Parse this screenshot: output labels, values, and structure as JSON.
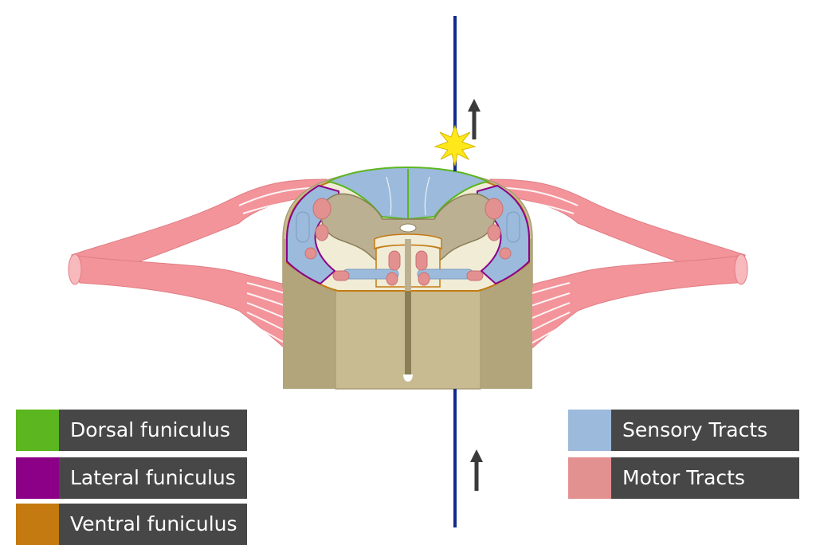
{
  "legend_funiculi": [
    {
      "label": "Dorsal funiculus",
      "color": "#5cb61f"
    },
    {
      "label": "Lateral funiculus",
      "color": "#8b0086"
    },
    {
      "label": "Ventral funiculus",
      "color": "#c47a10"
    }
  ],
  "legend_tracts": [
    {
      "label": "Sensory Tracts",
      "color": "#9cbadb"
    },
    {
      "label": "Motor Tracts",
      "color": "#e39090"
    }
  ],
  "colors": {
    "nerve_root": "#f2949a",
    "nerve_root_light": "#f8b9bd",
    "cord_exterior": "#c8bb92",
    "cord_exterior_dark": "#a99c72",
    "gray_matter": "#bcb092",
    "white_matter": "#f0ecd6",
    "sensory": "#9cbadb",
    "motor": "#e39090",
    "needle": "#112c8a",
    "arrow": "#3a3a3a",
    "spark": "#ffe81a"
  },
  "icons": [
    "upward-arrow-icon",
    "spark-icon"
  ]
}
